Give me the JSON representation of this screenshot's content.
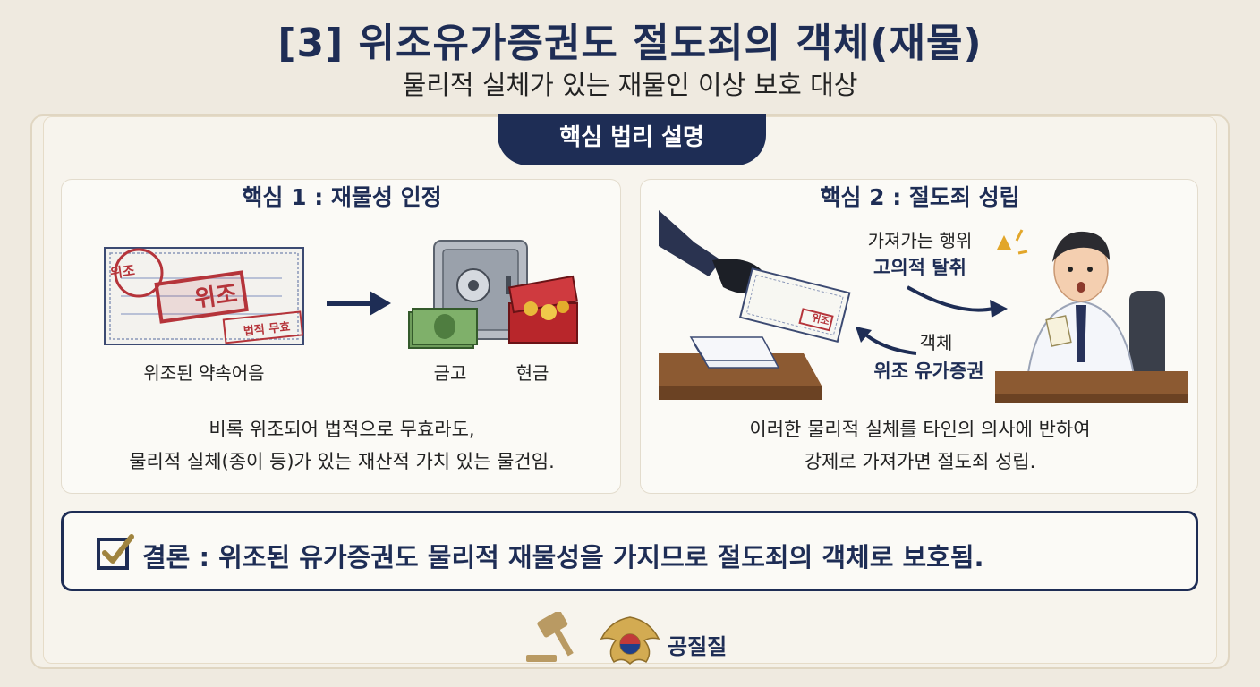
{
  "header": {
    "title": "[3] 위조유가증권도 절도죄의 객체(재물)",
    "subtitle": "물리적 실체가 있는 재물인 이상 보호 대상"
  },
  "ribbon": {
    "label": "핵심 법리 설명"
  },
  "panel1": {
    "title": "핵심 1 : 재물성 인정",
    "document_stamp_large": "위조",
    "document_stamp_round": "위조",
    "document_stamp_small": "법적 무효",
    "document_caption": "위조된 약속어음",
    "safe_caption": "금고",
    "cash_caption": "현금",
    "body_line1": "비록 위조되어 법적으로 무효라도,",
    "body_line2": "물리적 실체(종이 등)가 있는 재산적 가치 있는 물건임."
  },
  "panel2": {
    "title": "핵심 2 : 절도죄 성립",
    "check_stamp": "위조",
    "act_label": "가져가는 행위",
    "act_emphasis": "고의적 탈취",
    "object_label": "객체",
    "object_emphasis": "위조 유가증권",
    "body_line1": "이러한 물리적 실체를 타인의 의사에 반하여",
    "body_line2": "강제로 가져가면 절도죄 성립."
  },
  "conclusion": {
    "text": "결론 : 위조된 유가증권도 물리적 재물성을 가지므로 절도죄의 객체로 보호됨."
  },
  "footer": {
    "brand": "공질질"
  },
  "colors": {
    "navy": "#1e2d55",
    "stamp_red": "#b5343a",
    "gold": "#c9a24a"
  }
}
